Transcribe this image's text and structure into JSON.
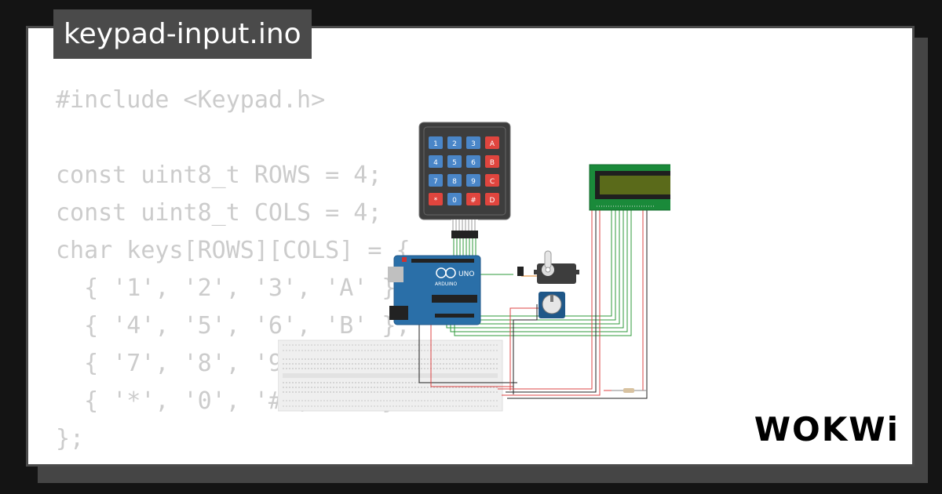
{
  "file_title": "keypad-input.ino",
  "code_lines": [
    "#include <Keypad.h>",
    "",
    "const uint8_t ROWS = 4;",
    "const uint8_t COLS = 4;",
    "char keys[ROWS][COLS] = {",
    "  { '1', '2', '3', 'A' },",
    "  { '4', '5', '6', 'B' },",
    "  { '7', '8', '9', 'C' },",
    "  { '*', '0', '#', 'D' }",
    "};"
  ],
  "keypad": {
    "keys": [
      [
        "1",
        "2",
        "3",
        "A"
      ],
      [
        "4",
        "5",
        "6",
        "B"
      ],
      [
        "7",
        "8",
        "9",
        "C"
      ],
      [
        "*",
        "0",
        "#",
        "D"
      ]
    ],
    "colors": {
      "digit": "#4a86c8",
      "letter": "#e0453e",
      "frame": "#3d3d3d"
    }
  },
  "arduino": {
    "brand_label": "UNO",
    "sub_label": "ARDUINO"
  },
  "brand": {
    "logo_text": "WOKWi"
  },
  "colors": {
    "card_bg": "#ffffff",
    "code_text": "#cccccc",
    "title_bg": "#4a4a4a",
    "page_bg": "#141414",
    "lcd_board": "#1a8a3a",
    "lcd_screen": "#5a6a1a",
    "arduino_board": "#2a6fa8"
  }
}
